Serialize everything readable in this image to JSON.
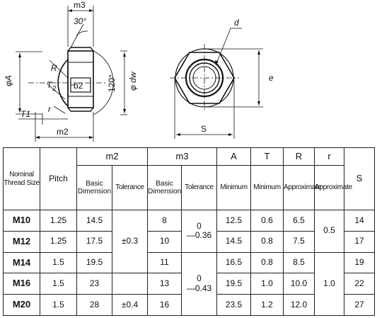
{
  "drawing": {
    "labels": {
      "m3": "m3",
      "angle30": "30°",
      "R": "R",
      "phiA": "φA",
      "T": "T",
      "T2": "2",
      "b2": "b2",
      "angle120": "120°",
      "phi_dw": "φ dw",
      "T1": "T1",
      "r": "r",
      "m2": "m2",
      "d": "d",
      "e": "e",
      "S": "S"
    }
  },
  "table": {
    "headers": {
      "nominal": [
        "Nominal",
        "Thread Size"
      ],
      "pitch": "Pitch",
      "m2": "m2",
      "m3": "m3",
      "A": "A",
      "T": "T",
      "R": "R",
      "r": "r",
      "S": "S",
      "basic": [
        "Basic",
        "Dimension"
      ],
      "tolerance": "Tolerance",
      "minimum": "Minimum",
      "approximate": "Approximate"
    },
    "rows": [
      {
        "size": "M10",
        "pitch": "1.25",
        "m2": "14.5",
        "m3": "8",
        "A": "12.5",
        "T": "0.6",
        "R": "6.5",
        "S": "14"
      },
      {
        "size": "M12",
        "pitch": "1.25",
        "m2": "17.5",
        "m3": "10",
        "A": "14.5",
        "T": "0.8",
        "R": "7.5",
        "S": "17"
      },
      {
        "size": "M14",
        "pitch": "1.5",
        "m2": "19.5",
        "m3": "11",
        "A": "16.5",
        "T": "0.8",
        "R": "8.5",
        "S": "19"
      },
      {
        "size": "M16",
        "pitch": "1.5",
        "m2": "23",
        "m3": "13",
        "A": "19.5",
        "T": "1.0",
        "R": "10.0",
        "S": "22"
      },
      {
        "size": "M20",
        "pitch": "1.5",
        "m2": "28",
        "m3": "16",
        "A": "23.5",
        "T": "1.2",
        "R": "12.0",
        "S": "27"
      }
    ],
    "m2_tol_group1": "±0.3",
    "m2_tol_m20": "±0.4",
    "m3_tol_group1": [
      "0",
      "—0.36"
    ],
    "m3_tol_group2": [
      "0",
      "—0.43"
    ],
    "r_group1": "0.5",
    "r_group2": "1.0"
  }
}
